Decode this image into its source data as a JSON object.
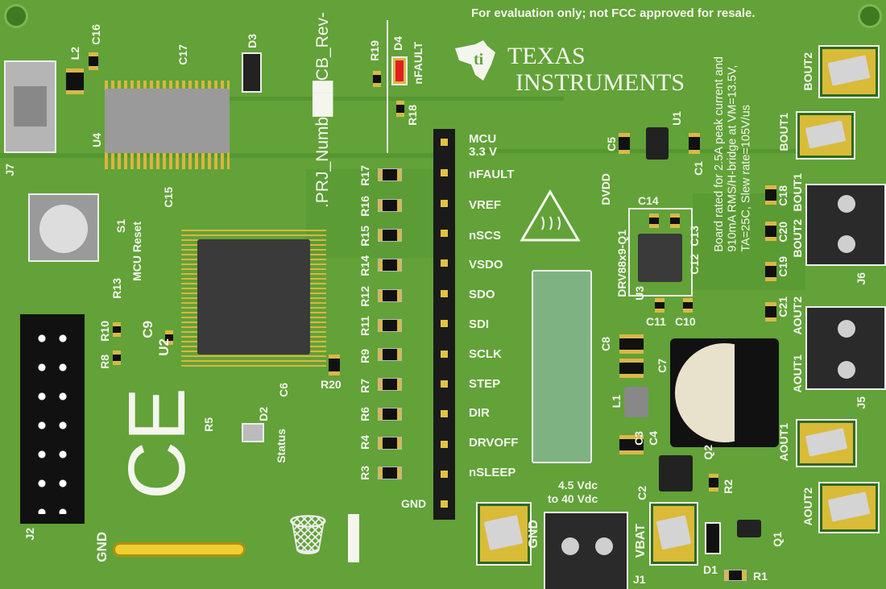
{
  "notice": "For evaluation only;   not FCC approved for resale.",
  "logo": {
    "line1": "TEXAS",
    "line2": "INSTRUMENTS"
  },
  "project_label": ".PRJ_Numb███CB_Rev-",
  "rating_text": [
    "Board rated for 2.5A peak current and",
    "910mA RMS/H-bridge at VM=13.5V,",
    "TA=25C, Slew rate=105V/us"
  ],
  "header_pins": [
    "MCU\n3.3 V",
    "nFAULT",
    "VREF",
    "nSCS",
    "VSDO",
    "SDO",
    "SDI",
    "SCLK",
    "STEP",
    "DIR",
    "DRVOFF",
    "nSLEEP"
  ],
  "header_gnd": "GND",
  "power_input": {
    "line1": "4.5 Vdc",
    "line2": "to 40 Vdc",
    "gnd": "GND",
    "vbat": "VBAT"
  },
  "resistor_refs": [
    "R17",
    "R16",
    "R15",
    "R14",
    "R12",
    "R11",
    "R9",
    "R7",
    "R6",
    "R4",
    "R3"
  ],
  "silk": {
    "L2": "L2",
    "C16": "C16",
    "C17": "C17",
    "D3": "D3",
    "U4": "U4",
    "J7": "J7",
    "C15": "C15",
    "S1": "S1",
    "mcu_reset": "MCU Reset",
    "R13": "R13",
    "R10": "R10",
    "R8": "R8",
    "C9": "C9",
    "U2": "U2",
    "C6": "C6",
    "R20": "R20",
    "R5": "R5",
    "D2": "D2",
    "status": "Status",
    "J2": "J2",
    "GND": "GND",
    "R19": "R19",
    "D4": "D4",
    "nFAULT": "nFAULT",
    "R18": "R18",
    "DVDD": "DVDD",
    "C14": "C14",
    "DRV": "DRV88x9-Q1",
    "U3": "U3",
    "C12": "C12",
    "C13": "C13",
    "C11": "C11",
    "C10": "C10",
    "U1": "U1",
    "C5": "C5",
    "C1": "C1",
    "C8": "C8",
    "C7": "C7",
    "L1": "L1",
    "C3": "C3",
    "C4": "C4",
    "Q2": "Q2",
    "R2": "R2",
    "C2": "C2",
    "D1": "D1",
    "R1": "R1",
    "Q1": "Q1",
    "J1": "J1",
    "C18": "C18",
    "C20": "C20",
    "C19": "C19",
    "C21": "C21",
    "BOUT1": "BOUT1",
    "BOUT2": "BOUT2",
    "AOUT1": "AOUT1",
    "AOUT2": "AOUT2",
    "J6": "J6",
    "J5": "J5"
  },
  "colors": {
    "board": "#62a238",
    "pad": "#d9bb38",
    "led_red": "#e02020"
  }
}
